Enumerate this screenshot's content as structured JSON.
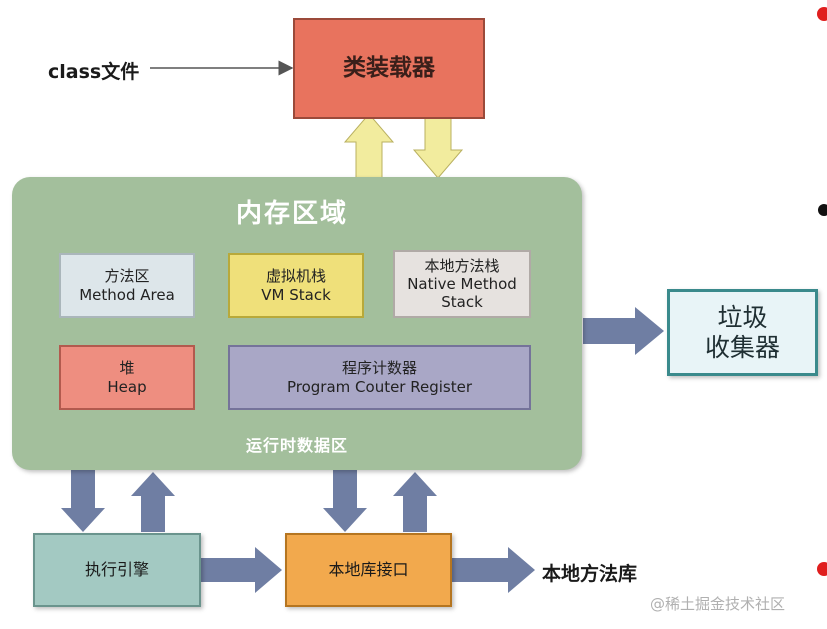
{
  "input_label": "class文件",
  "class_loader": "类装载器",
  "memory_region": {
    "title": "内存区域",
    "method_area": {
      "zh": "方法区",
      "en": "Method Area"
    },
    "vm_stack": {
      "zh": "虚拟机栈",
      "en": "VM Stack"
    },
    "native_stack": {
      "zh": "本地方法栈",
      "en1": "Native Method",
      "en2": "Stack"
    },
    "heap": {
      "zh": "堆",
      "en": "Heap"
    },
    "pc_register": {
      "zh": "程序计数器",
      "en": "Program Couter Register"
    },
    "footer": "运行时数据区"
  },
  "gc": {
    "line1": "垃圾",
    "line2": "收集器"
  },
  "exec_engine": "执行引擎",
  "native_interface": "本地库接口",
  "native_library": "本地方法库",
  "watermark": "@稀土掘金技术社区",
  "colors": {
    "class_loader": "#e8735e",
    "memory_region": "#a3bf9c",
    "method_area": "#dde6ea",
    "vm_stack": "#efe07a",
    "native_stack": "#e6e2df",
    "heap": "#ee8e80",
    "pc_register": "#a9a7c6",
    "gc_border": "#3a8a8c",
    "exec_engine": "#a3c9c2",
    "native_interface": "#f2a94d",
    "arrow_blue": "#6f7ea3",
    "arrow_yellow": "#f2ec9e",
    "bullet": "#e01e1e"
  }
}
